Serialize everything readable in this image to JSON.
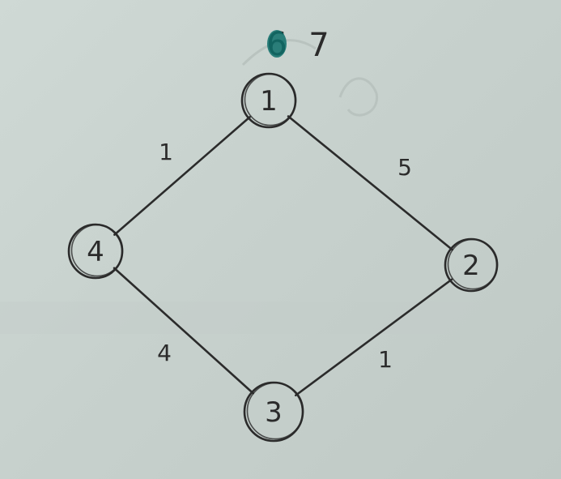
{
  "graph": {
    "ink_color": "#2b2b2b",
    "annotation_color": "#0e6e6a",
    "nodes": [
      {
        "id": "1",
        "label": "1"
      },
      {
        "id": "2",
        "label": "2"
      },
      {
        "id": "3",
        "label": "3"
      },
      {
        "id": "4",
        "label": "4"
      }
    ],
    "edges": [
      {
        "from": "1",
        "to": "4",
        "weight": "1"
      },
      {
        "from": "1",
        "to": "2",
        "weight": "5"
      },
      {
        "from": "4",
        "to": "3",
        "weight": "4"
      },
      {
        "from": "2",
        "to": "3",
        "weight": "1"
      }
    ],
    "annotation": {
      "node": "1",
      "crossed_value": "6",
      "value": "7"
    }
  }
}
